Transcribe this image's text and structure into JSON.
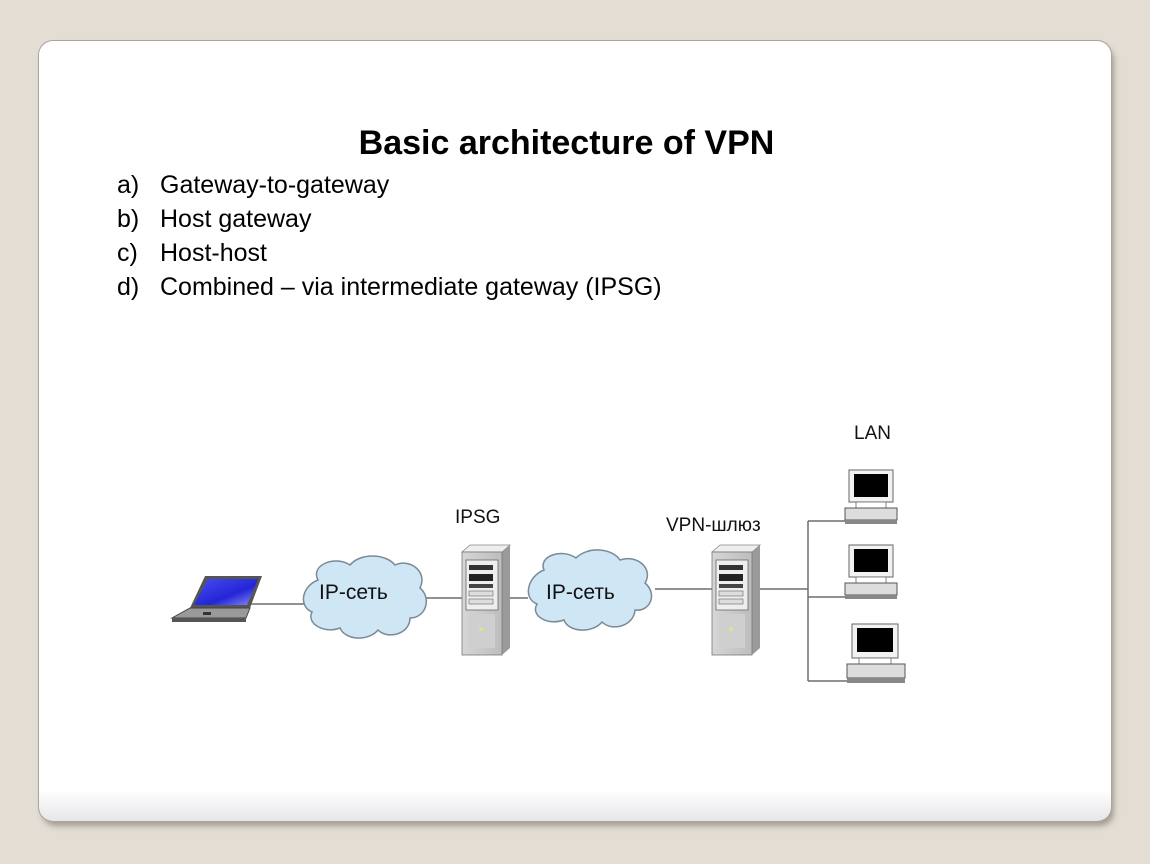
{
  "slide": {
    "title": "Basic architecture of VPN",
    "items": [
      {
        "marker": "a)",
        "text": "Gateway-to-gateway"
      },
      {
        "marker": "b)",
        "text": "Host gateway"
      },
      {
        "marker": "c)",
        "text": "Host-host"
      },
      {
        "marker": "d)",
        "text": "Combined – via intermediate gateway (IPSG)"
      }
    ]
  },
  "diagram": {
    "cloud1_label": "IP-сеть",
    "cloud2_label": "IP-сеть",
    "ipsg_label": "IPSG",
    "vpn_gateway_label": "VPN-шлюз",
    "lan_label": "LAN",
    "colors": {
      "cloud_fill": "#cfe6f5",
      "cloud_stroke": "#7a8a96",
      "laptop_screen": "#2b2fe0",
      "line": "#6d6d6d"
    }
  }
}
